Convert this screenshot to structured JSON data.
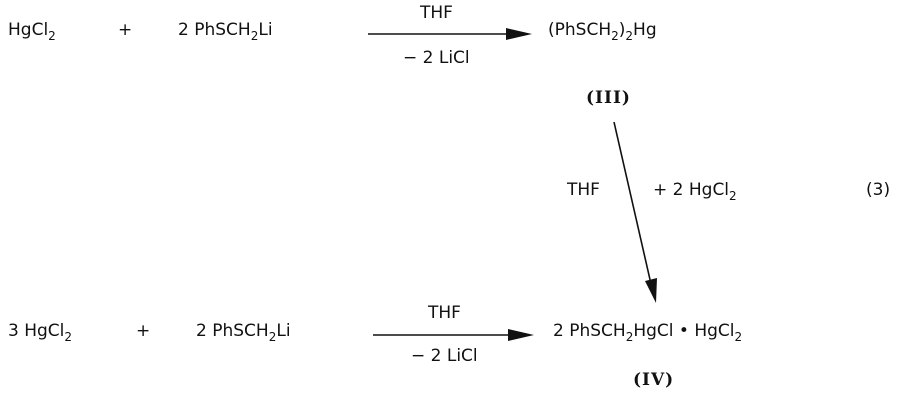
{
  "row1": {
    "reactant1": [
      {
        "t": "HgCl"
      },
      {
        "s": "2"
      }
    ],
    "plus": "+",
    "reactant2": [
      {
        "t": "2 PhSCH"
      },
      {
        "s": "2"
      },
      {
        "t": "Li"
      }
    ],
    "arrow_above": "THF",
    "arrow_below": [
      {
        "t": "− 2 LiCl"
      }
    ],
    "product": [
      {
        "t": "(PhSCH"
      },
      {
        "s": "2"
      },
      {
        "t": ")"
      },
      {
        "s": "2"
      },
      {
        "t": "Hg"
      }
    ],
    "product_label": "(III)"
  },
  "middle": {
    "solvent": "THF",
    "reagent": [
      {
        "t": "+  2 HgCl"
      },
      {
        "s": "2"
      }
    ],
    "equation_number": "(3)"
  },
  "row2": {
    "reactant1": [
      {
        "t": "3 HgCl"
      },
      {
        "s": "2"
      }
    ],
    "plus": "+",
    "reactant2": [
      {
        "t": "2 PhSCH"
      },
      {
        "s": "2"
      },
      {
        "t": "Li"
      }
    ],
    "arrow_above": "THF",
    "arrow_below": [
      {
        "t": "− 2 LiCl"
      }
    ],
    "product": [
      {
        "t": "2 PhSCH"
      },
      {
        "s": "2"
      },
      {
        "t": "HgCl  •  HgCl"
      },
      {
        "s": "2"
      }
    ],
    "product_label": "(IV)"
  }
}
